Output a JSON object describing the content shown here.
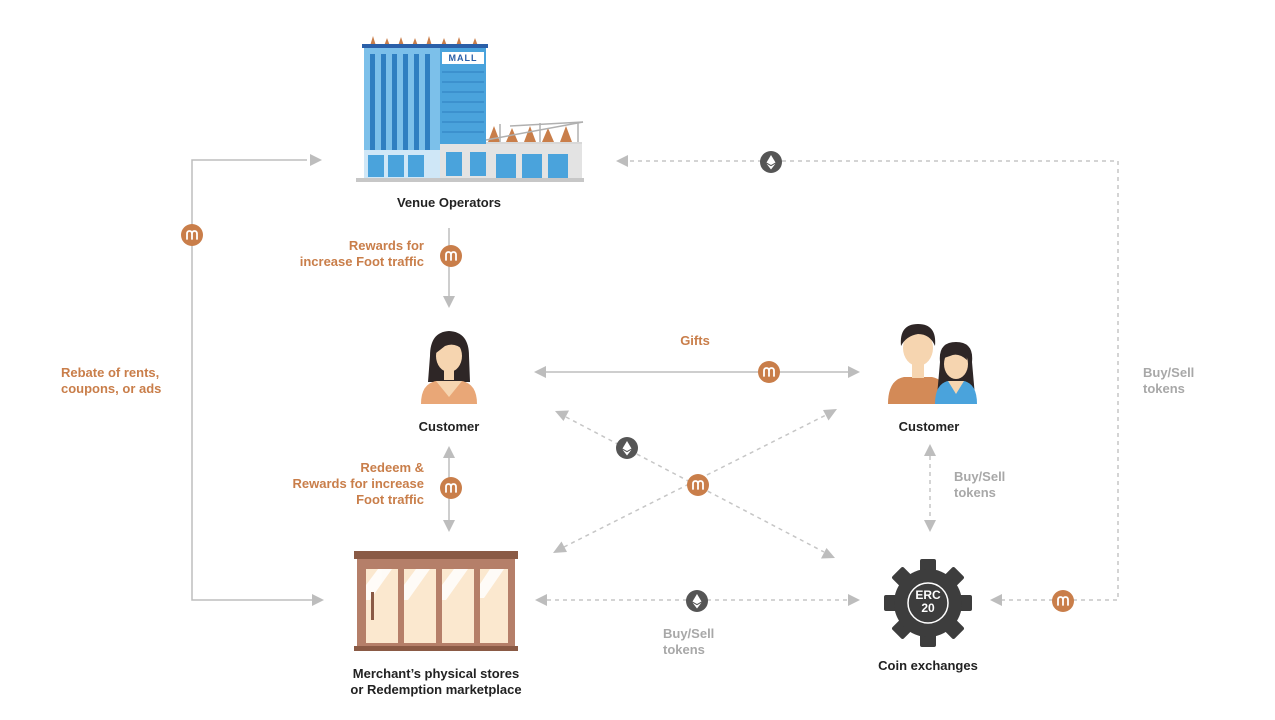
{
  "nodes": {
    "venue": {
      "label": "Venue Operators",
      "sign": "MALL"
    },
    "customer_left": {
      "label": "Customer"
    },
    "customer_right": {
      "label": "Customer"
    },
    "merchant": {
      "label_line1": "Merchant’s physical stores",
      "label_line2": "or Redemption marketplace"
    },
    "exchange": {
      "label": "Coin exchanges",
      "gear_line1": "ERC",
      "gear_line2": "20"
    }
  },
  "edges": {
    "rebate": {
      "line1": "Rebate of rents,",
      "line2": "coupons, or ads"
    },
    "rewards": {
      "line1": "Rewards for",
      "line2": "increase Foot traffic"
    },
    "gifts": {
      "label": "Gifts"
    },
    "redeem": {
      "line1": "Redeem &",
      "line2": "Rewards for increase",
      "line3": "Foot traffic"
    },
    "buysell_right": {
      "line1": "Buy/Sell",
      "line2": "tokens"
    },
    "buysell_exchange": {
      "line1": "Buy/Sell",
      "line2": "tokens"
    },
    "buysell_bottom": {
      "line1": "Buy/Sell",
      "line2": "tokens"
    }
  },
  "colors": {
    "accent": "#c97e4a",
    "line": "#bdbdbd",
    "text_dark": "#222222",
    "text_gray": "#a8a8a8",
    "eth_badge": "#555555",
    "building_blue": "#4aa3dc",
    "store_brown": "#a06a52",
    "gear": "#3d3d3d"
  },
  "icons": {
    "token_badge": "m-token-icon",
    "eth_badge": "ethereum-icon"
  }
}
